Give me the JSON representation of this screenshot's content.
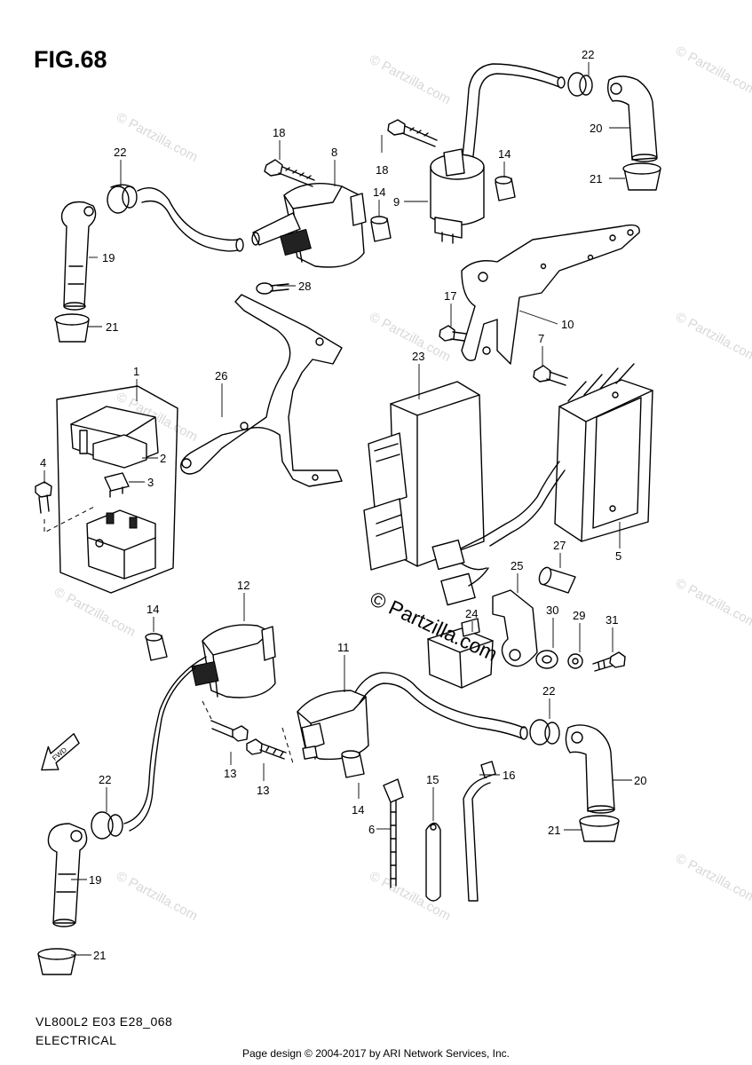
{
  "figure": {
    "title": "FIG.68",
    "model_code": "VL800L2 E03 E28_068",
    "section": "ELECTRICAL",
    "credit": "Page design © 2004-2017 by ARI Network Services, Inc.",
    "watermark": "© Partzilla.com",
    "fwd_label": "FWD"
  },
  "callouts": {
    "c1": "1",
    "c2": "2",
    "c3": "3",
    "c4": "4",
    "c5": "5",
    "c6": "6",
    "c7": "7",
    "c8": "8",
    "c9": "9",
    "c10": "10",
    "c11": "11",
    "c12": "12",
    "c13a": "13",
    "c13b": "13",
    "c14a": "14",
    "c14b": "14",
    "c14c": "14",
    "c14d": "14",
    "c15": "15",
    "c16": "16",
    "c17": "17",
    "c18a": "18",
    "c18b": "18",
    "c19a": "19",
    "c19b": "19",
    "c20a": "20",
    "c20b": "20",
    "c21a": "21",
    "c21b": "21",
    "c21c": "21",
    "c21d": "21",
    "c22a": "22",
    "c22b": "22",
    "c22c": "22",
    "c22d": "22",
    "c23": "23",
    "c24": "24",
    "c25": "25",
    "c26": "26",
    "c27": "27",
    "c28": "28",
    "c29": "29",
    "c30": "30",
    "c31": "31"
  }
}
